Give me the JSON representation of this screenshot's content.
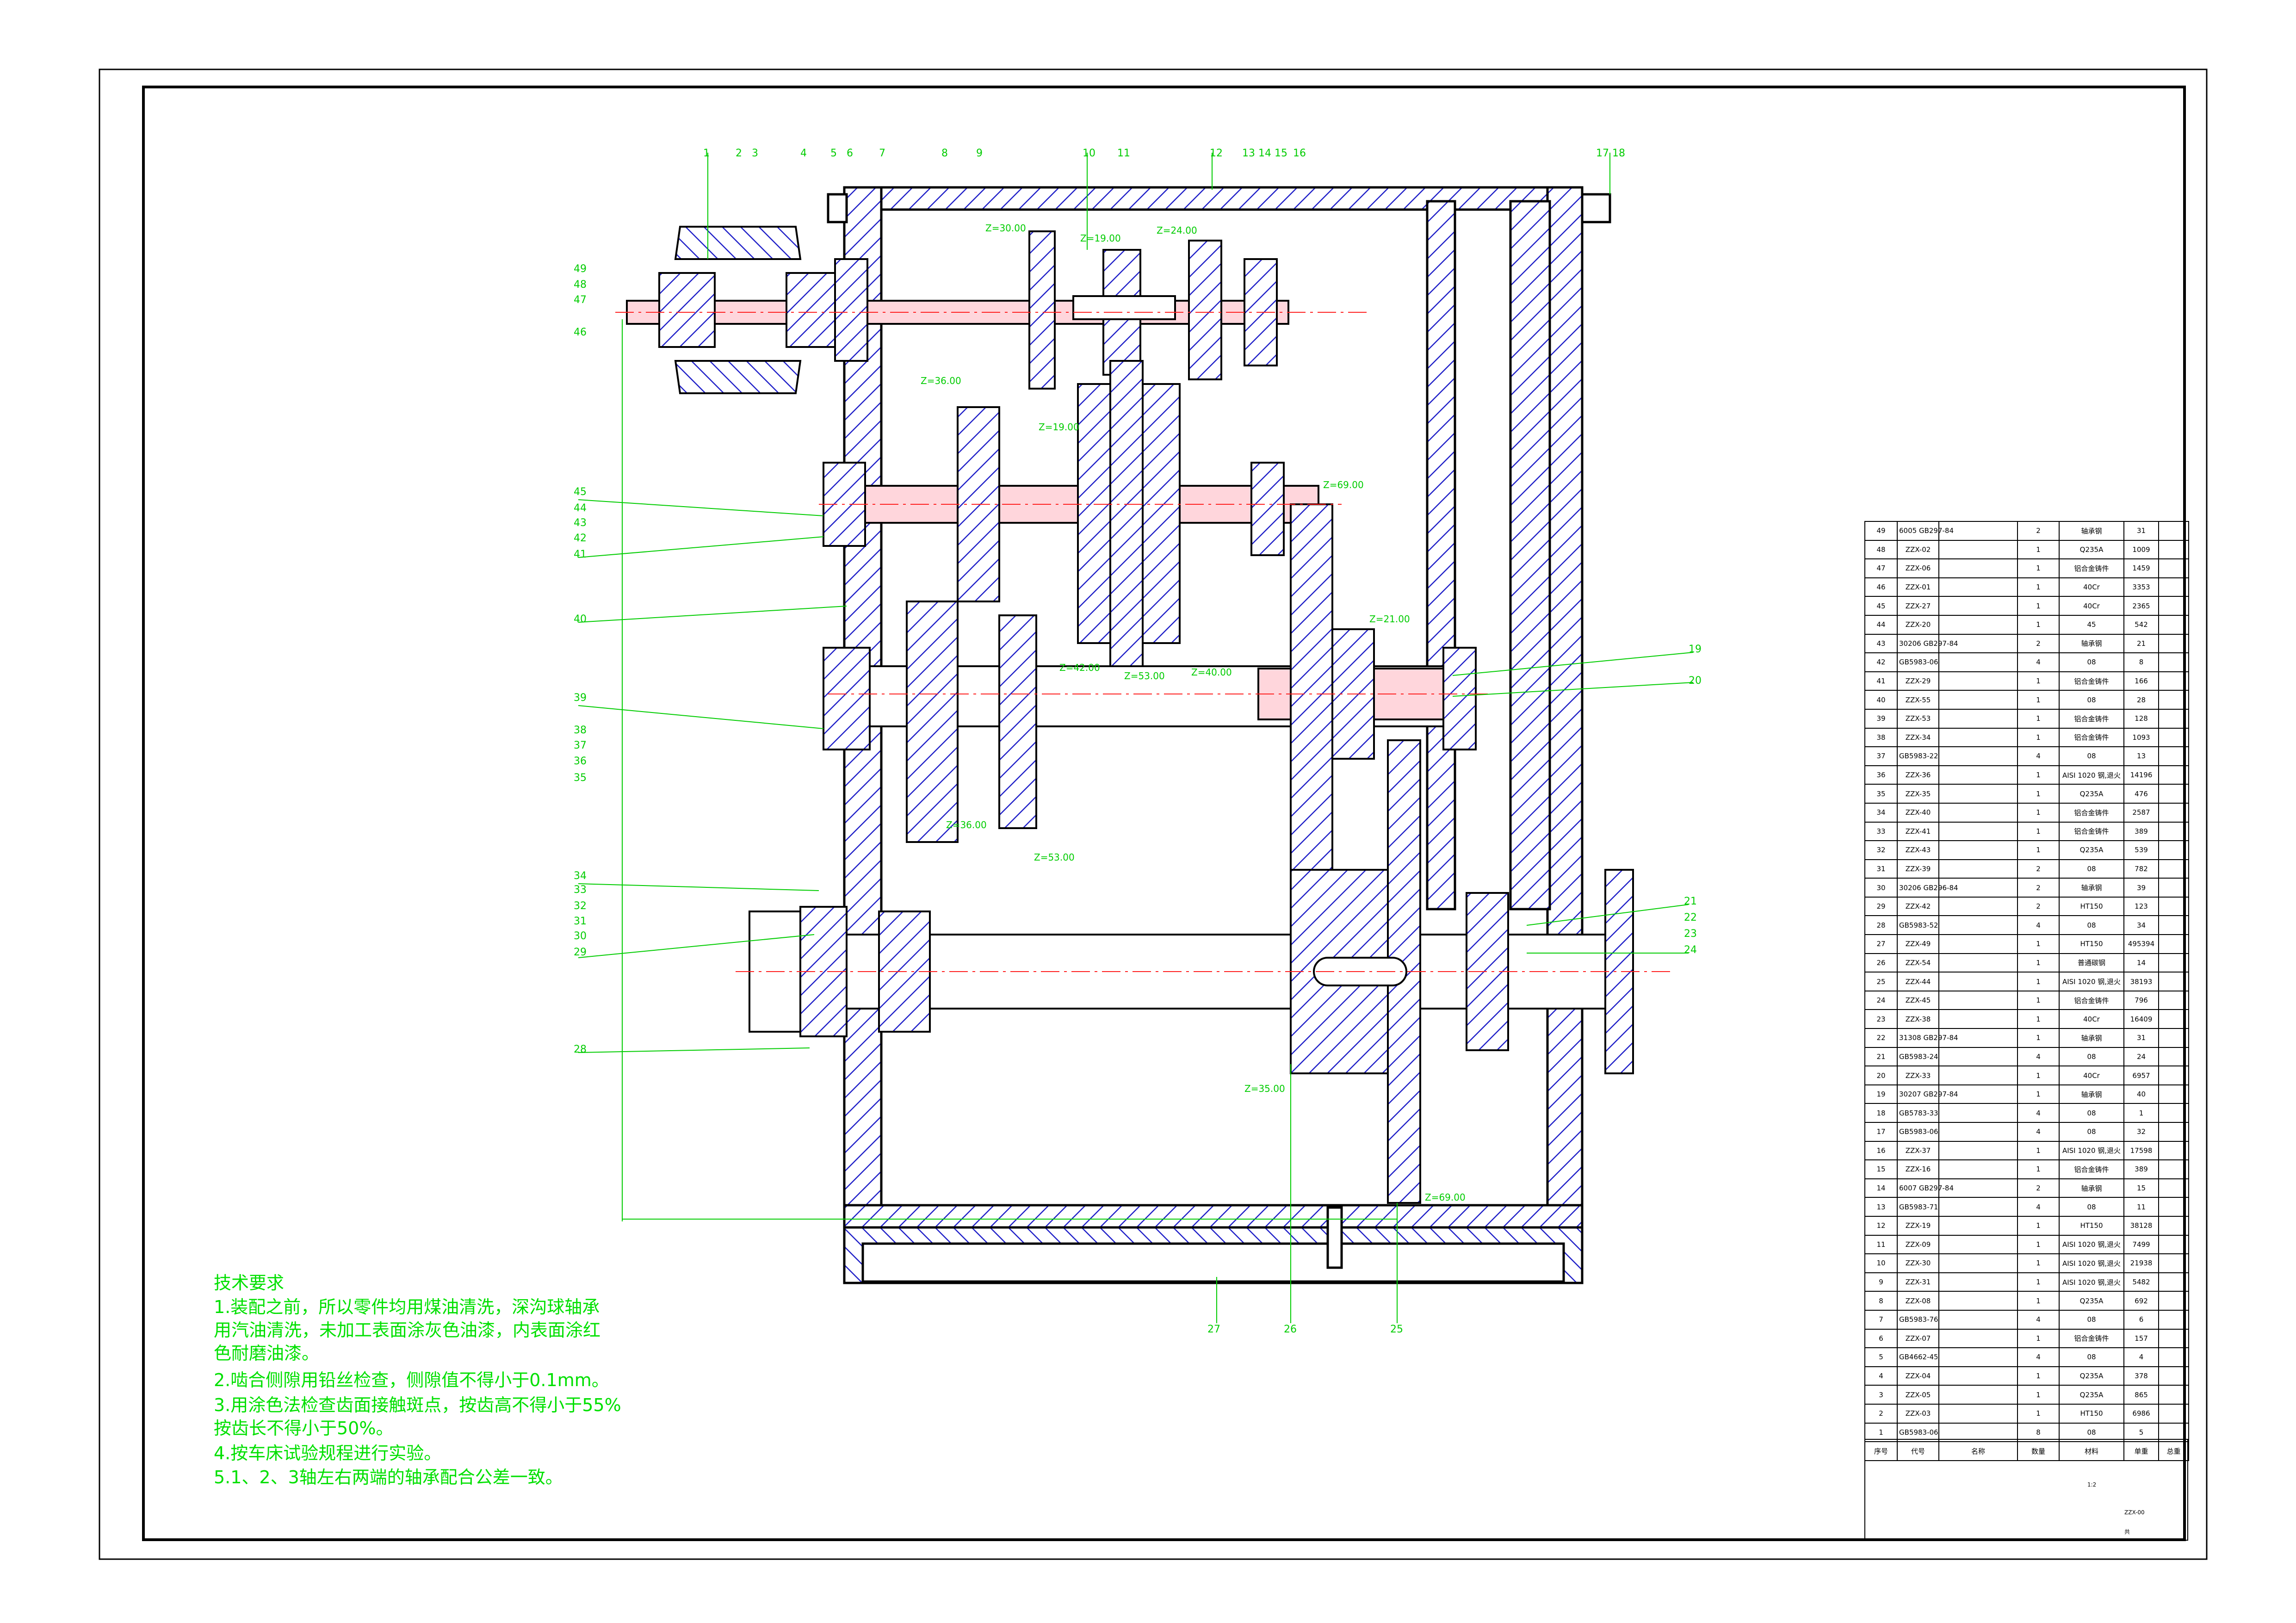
{
  "colors": {
    "outline": "#000000",
    "hatch": "#0000cc",
    "annotation": "#00cc00",
    "centerline": "#ff2020",
    "shaft_fill": "#ffd6dc",
    "text_green": "#00e000"
  },
  "part_numbers_top": [
    "1",
    "2",
    "3",
    "4",
    "5",
    "6",
    "7",
    "8",
    "9",
    "10",
    "11",
    "12",
    "13",
    "14",
    "15",
    "16",
    "17",
    "18"
  ],
  "part_numbers_left": [
    "49",
    "48",
    "47",
    "46",
    "45",
    "44",
    "43",
    "42",
    "41",
    "40",
    "39",
    "38",
    "37",
    "36",
    "35",
    "34",
    "33",
    "32",
    "31",
    "30",
    "29",
    "28"
  ],
  "part_numbers_right": [
    "19",
    "20",
    "21",
    "22",
    "23",
    "24"
  ],
  "part_numbers_bottom": [
    "27",
    "26",
    "25"
  ],
  "gear_labels": [
    "Z=30.00",
    "Z=19.00",
    "Z=24.00",
    "Z=36.00",
    "Z=19.00",
    "Z=69.00",
    "Z=42.00",
    "Z=53.00",
    "Z=40.00",
    "Z=21.00",
    "Z=36.00",
    "Z=53.00",
    "Z=35.00",
    "Z=69.00"
  ],
  "tech_requirements": {
    "title": "技术要求",
    "lines": [
      "1.装配之前，所以零件均用煤油清洗，深沟球轴承",
      "用汽油清洗，未加工表面涂灰色油漆，内表面涂红",
      "色耐磨油漆。",
      "2.啮合侧隙用铅丝检查，侧隙值不得小于0.1mm。",
      "3.用涂色法检查齿面接触斑点，按齿高不得小于55%",
      "按齿长不得小于50%。",
      "4.按车床试验规程进行实验。",
      "5.1、2、3轴左右两端的轴承配合公差一致。"
    ]
  },
  "bom": [
    [
      "49",
      "6005 GB297-84",
      "2",
      "轴承钢",
      "31"
    ],
    [
      "48",
      "ZZX-02",
      "1",
      "Q235A",
      "1009"
    ],
    [
      "47",
      "ZZX-06",
      "1",
      "铝合金铸件",
      "1459"
    ],
    [
      "46",
      "ZZX-01",
      "1",
      "40Cr",
      "3353"
    ],
    [
      "45",
      "ZZX-27",
      "1",
      "40Cr",
      "2365"
    ],
    [
      "44",
      "ZZX-20",
      "1",
      "45",
      "542"
    ],
    [
      "43",
      "30206 GB297-84",
      "2",
      "轴承钢",
      "21"
    ],
    [
      "42",
      "GB5983-06",
      "4",
      "08",
      "8"
    ],
    [
      "41",
      "ZZX-29",
      "1",
      "铝合金铸件",
      "166"
    ],
    [
      "40",
      "ZZX-55",
      "1",
      "08",
      "28"
    ],
    [
      "39",
      "ZZX-53",
      "1",
      "铝合金铸件",
      "128"
    ],
    [
      "38",
      "ZZX-34",
      "1",
      "铝合金铸件",
      "1093"
    ],
    [
      "37",
      "GB5983-22",
      "4",
      "08",
      "13"
    ],
    [
      "36",
      "ZZX-36",
      "1",
      "AISI 1020 钢,退火",
      "14196"
    ],
    [
      "35",
      "ZZX-35",
      "1",
      "Q235A",
      "476"
    ],
    [
      "34",
      "ZZX-40",
      "1",
      "铝合金铸件",
      "2587"
    ],
    [
      "33",
      "ZZX-41",
      "1",
      "铝合金铸件",
      "389"
    ],
    [
      "32",
      "ZZX-43",
      "1",
      "Q235A",
      "539"
    ],
    [
      "31",
      "ZZX-39",
      "2",
      "08",
      "782"
    ],
    [
      "30",
      "30206 GB296-84",
      "2",
      "轴承钢",
      "39"
    ],
    [
      "29",
      "ZZX-42",
      "2",
      "HT150",
      "123"
    ],
    [
      "28",
      "GB5983-52",
      "4",
      "08",
      "34"
    ],
    [
      "27",
      "ZZX-49",
      "1",
      "HT150",
      "495394"
    ],
    [
      "26",
      "ZZX-54",
      "1",
      "普通碳钢",
      "14"
    ],
    [
      "25",
      "ZZX-44",
      "1",
      "AISI 1020 钢,退火",
      "38193"
    ],
    [
      "24",
      "ZZX-45",
      "1",
      "铝合金铸件",
      "796"
    ],
    [
      "23",
      "ZZX-38",
      "1",
      "40Cr",
      "16409"
    ],
    [
      "22",
      "31308 GB297-84",
      "1",
      "轴承钢",
      "31"
    ],
    [
      "21",
      "GB5983-24",
      "4",
      "08",
      "24"
    ],
    [
      "20",
      "ZZX-33",
      "1",
      "40Cr",
      "6957"
    ],
    [
      "19",
      "30207 GB297-84",
      "1",
      "轴承钢",
      "40"
    ],
    [
      "18",
      "GB5783-33",
      "4",
      "08",
      "1"
    ],
    [
      "17",
      "GB5983-06",
      "4",
      "08",
      "32"
    ],
    [
      "16",
      "ZZX-37",
      "1",
      "AISI 1020 钢,退火",
      "17598"
    ],
    [
      "15",
      "ZZX-16",
      "1",
      "铝合金铸件",
      "389"
    ],
    [
      "14",
      "6007 GB297-84",
      "2",
      "轴承钢",
      "15"
    ],
    [
      "13",
      "GB5983-71",
      "4",
      "08",
      "11"
    ],
    [
      "12",
      "ZZX-19",
      "1",
      "HT150",
      "38128"
    ],
    [
      "11",
      "ZZX-09",
      "1",
      "AISI 1020 钢,退火",
      "7499"
    ],
    [
      "10",
      "ZZX-30",
      "1",
      "AISI 1020 钢,退火",
      "21938"
    ],
    [
      "9",
      "ZZX-31",
      "1",
      "AISI 1020 钢,退火",
      "5482"
    ],
    [
      "8",
      "ZZX-08",
      "1",
      "Q235A",
      "692"
    ],
    [
      "7",
      "GB5983-76",
      "4",
      "08",
      "6"
    ],
    [
      "6",
      "ZZX-07",
      "1",
      "铝合金铸件",
      "157"
    ],
    [
      "5",
      "GB4662-45",
      "4",
      "08",
      "4"
    ],
    [
      "4",
      "ZZX-04",
      "1",
      "Q235A",
      "378"
    ],
    [
      "3",
      "ZZX-05",
      "1",
      "Q235A",
      "865"
    ],
    [
      "2",
      "ZZX-03",
      "1",
      "HT150",
      "6986"
    ],
    [
      "1",
      "GB5983-06",
      "8",
      "08",
      "5"
    ]
  ],
  "bom_header": [
    "序号",
    "代号",
    "名称",
    "数量",
    "材料",
    "单重",
    "总重"
  ],
  "title_block": {
    "drawing_no": "ZZX-00",
    "sheet": "共",
    "scale": "1:2"
  }
}
